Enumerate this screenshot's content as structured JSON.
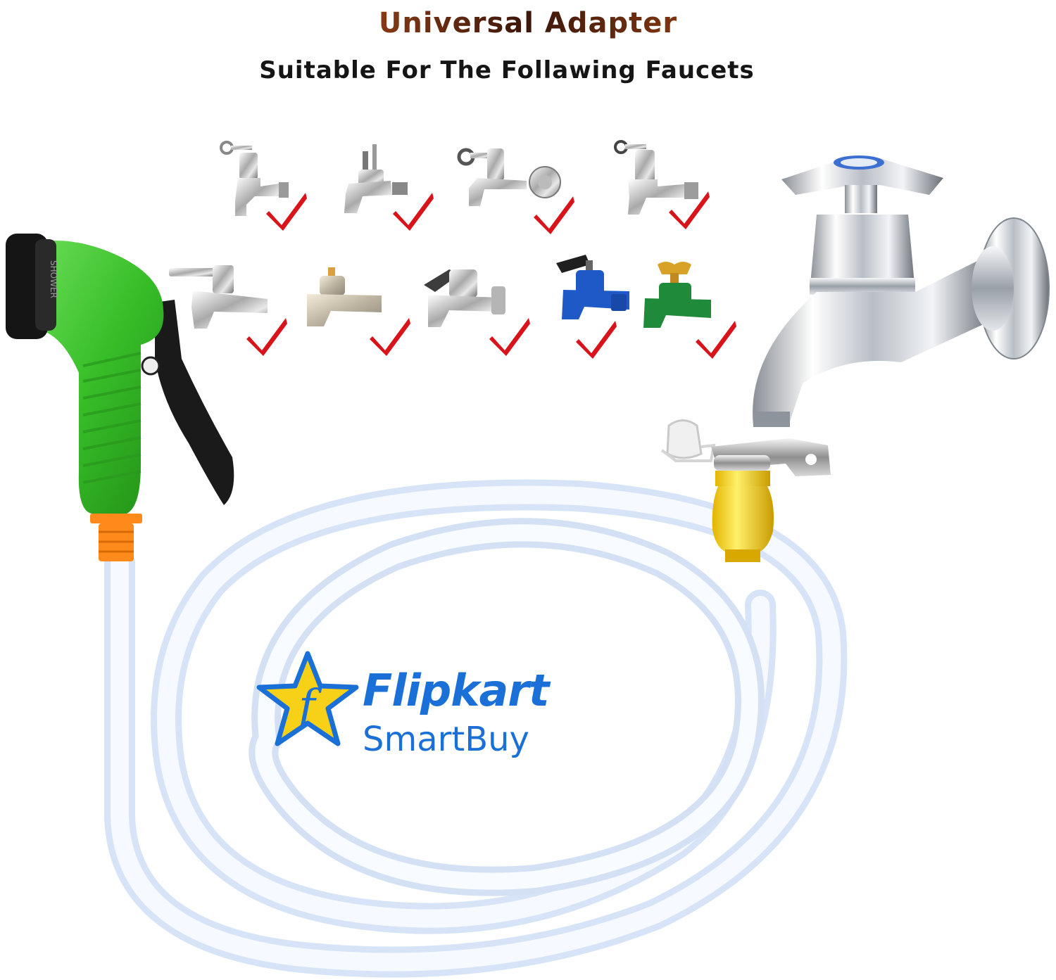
{
  "header": {
    "title": "Universal Adapter",
    "subtitle": "Suitable For The Follawing Faucets"
  },
  "faucets": {
    "row1": [
      "chrome-bib-tap-icon",
      "chrome-long-bib-tap-icon",
      "chrome-wall-tap-icon",
      "chrome-angle-tap-icon"
    ],
    "row2": [
      "chrome-lever-tap-icon",
      "brass-tap-icon",
      "chrome-wall-lever-tap-icon",
      "blue-garden-tap-icon",
      "green-garden-tap-icon"
    ],
    "check_glyph": "✔"
  },
  "spray_gun": {
    "dial_text": "SHOWER",
    "color_body": "#3dc22b",
    "color_trigger": "#1a1a1a",
    "color_connector": "#ff8a1c"
  },
  "adapter": {
    "color_body": "#f3d316"
  },
  "logo": {
    "word1": "Flipkart",
    "word2": "SmartBuy",
    "star_color": "#f7d117",
    "text_color": "#1a70d6"
  }
}
